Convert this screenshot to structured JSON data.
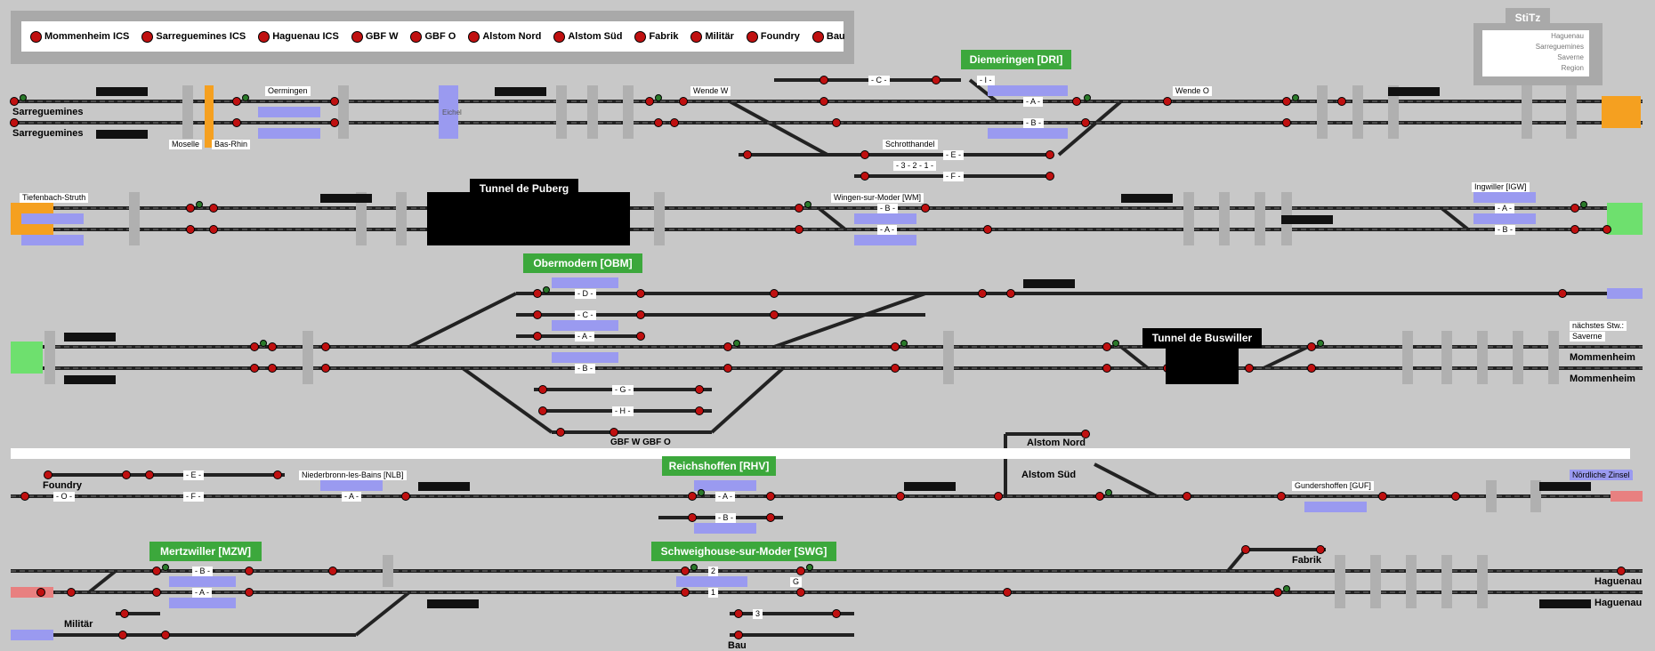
{
  "legend": {
    "items": [
      "Mommenheim ICS",
      "Sarreguemines ICS",
      "Haguenau ICS",
      "GBF W",
      "GBF O",
      "Alstom Nord",
      "Alstom Süd",
      "Fabrik",
      "Militär",
      "Foundry",
      "Bau"
    ]
  },
  "stitz": {
    "title": "StiTz",
    "rows": [
      "Haguenau",
      "Sarreguemines",
      "Saverne",
      "Region"
    ]
  },
  "stations": {
    "diemeringen": "Diemeringen [DRI]",
    "puberg": "Tunnel de Puberg",
    "obermodern": "Obermodern [OBM]",
    "buswiller": "Tunnel de Buswiller",
    "reichshoffen": "Reichshoffen [RHV]",
    "mertzwiller": "Mertzwiller [MZW]",
    "schweighouse": "Schweighouse-sur-Moder [SWG]"
  },
  "labels": {
    "sarreguemines_1": "Sarreguemines",
    "sarreguemines_2": "Sarreguemines",
    "oermingen": "Oermingen",
    "moselle": "Moselle",
    "bas_rhin": "Bas-Rhin",
    "eichel": "Eichel",
    "wende_w": "Wende W",
    "wende_o": "Wende O",
    "schrotthandel": "Schrotthandel",
    "tiefenbach": "Tiefenbach-Struth",
    "wingen": "Wingen-sur-Moder [WM]",
    "ingwiller": "Ingwiller [IGW]",
    "naechstes": "nächstes Stw.:",
    "saverne": "Saverne",
    "mommenheim_1": "Mommenheim",
    "mommenheim_2": "Mommenheim",
    "gbf_w_gbf_o": "GBF W GBF O",
    "alstom_nord": "Alstom Nord",
    "alstom_sued": "Alstom Süd",
    "foundry": "Foundry",
    "niederbronn": "Niederbronn-les-Bains [NLB]",
    "gundershoffen": "Gundershoffen [GUF]",
    "noerdliche_zinsel": "Nördliche Zinsel",
    "fabrik": "Fabrik",
    "militaer": "Militär",
    "bau": "Bau",
    "haguenau_1": "Haguenau",
    "haguenau_2": "Haguenau"
  },
  "tracks": {
    "dri_c": "- C -",
    "dri_i": "- I -",
    "dri_a": "- A -",
    "dri_b": "- B -",
    "dri_e": "- E -",
    "dri_f": "- F -",
    "dri_321": "- 3 - 2 - 1 -",
    "wm_b": "- B -",
    "wm_a": "- A -",
    "igw_a": "- A -",
    "igw_b": "- B -",
    "obm_d": "- D -",
    "obm_c": "- C -",
    "obm_a": "- A -",
    "obm_b": "- B -",
    "obm_g": "- G -",
    "obm_h": "- H -",
    "foundry_e": "- E -",
    "foundry_f": "- F -",
    "foundry_o": "- O -",
    "nlb_a": "- A -",
    "rhv_a": "- A -",
    "rhv_b": "- B -",
    "mzw_b": "- B -",
    "mzw_a": "- A -",
    "swg_2": "2",
    "swg_1": "1",
    "swg_3": "3",
    "swg_g": "G"
  },
  "colors": {
    "background": "#c8c8c8",
    "signal_red": "#c01010",
    "signal_green": "#2a7a2a",
    "platform_blue": "#9a9af0",
    "station_green": "#3ca83c",
    "orange": "#f5a020"
  }
}
